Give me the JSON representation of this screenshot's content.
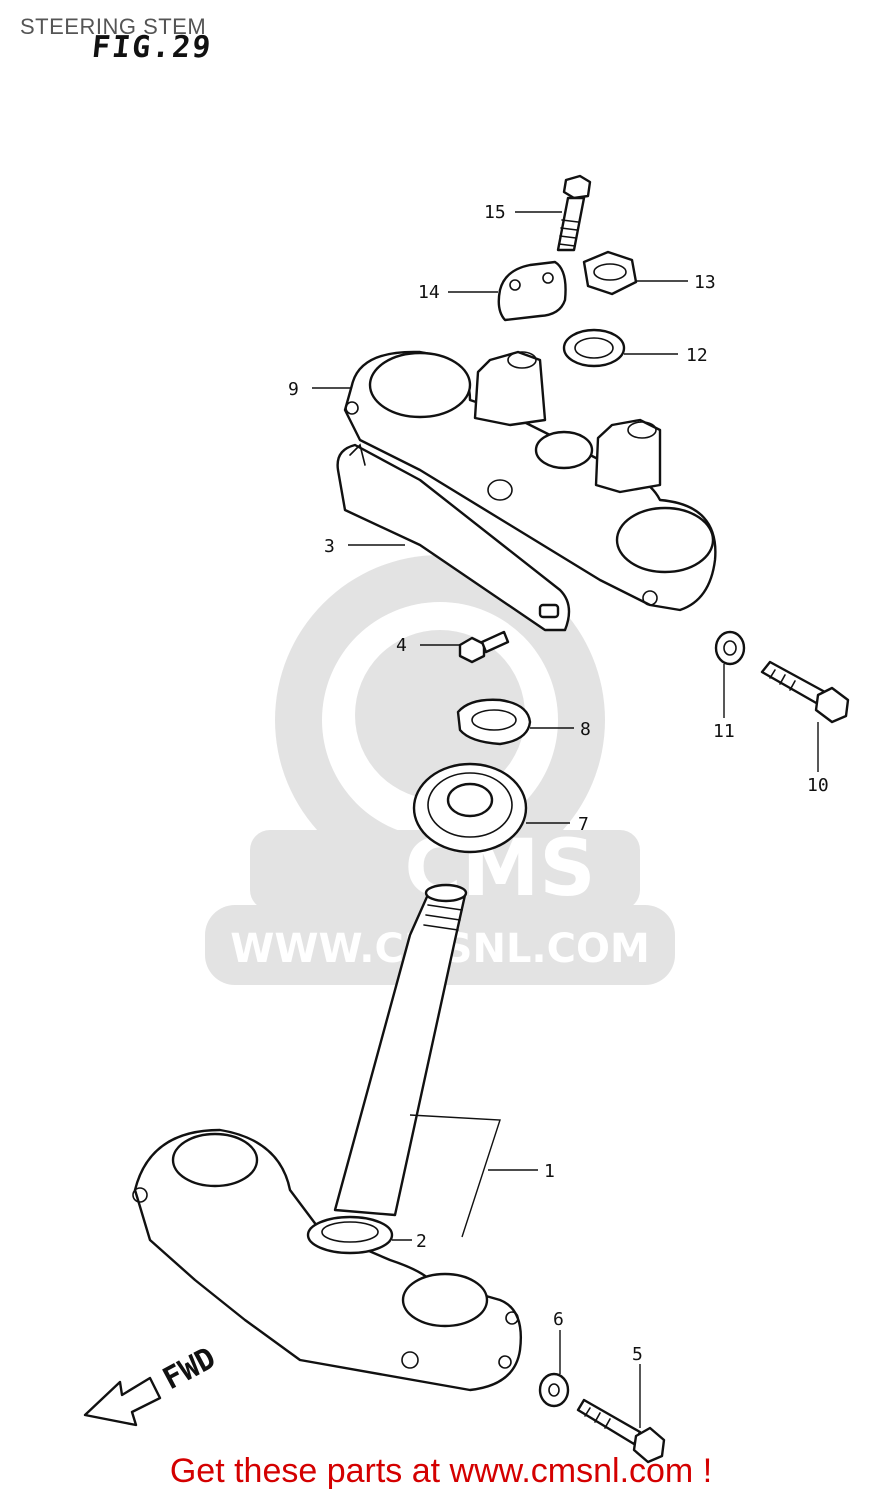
{
  "header": {
    "title": "STEERING STEM",
    "figure": "FIG.29"
  },
  "watermark": {
    "logo": "CMS",
    "url": "WWW.CMSNL.COM"
  },
  "direction_label": "FWD",
  "parts": [
    "1",
    "2",
    "3",
    "4",
    "5",
    "6",
    "7",
    "8",
    "9",
    "10",
    "11",
    "12",
    "13",
    "14",
    "15"
  ],
  "footer": {
    "link_text": "Get these parts at www.cmsnl.com !"
  },
  "colors": {
    "footer": "#d40000",
    "watermark": "#e3e3e3",
    "ink": "#111111"
  }
}
